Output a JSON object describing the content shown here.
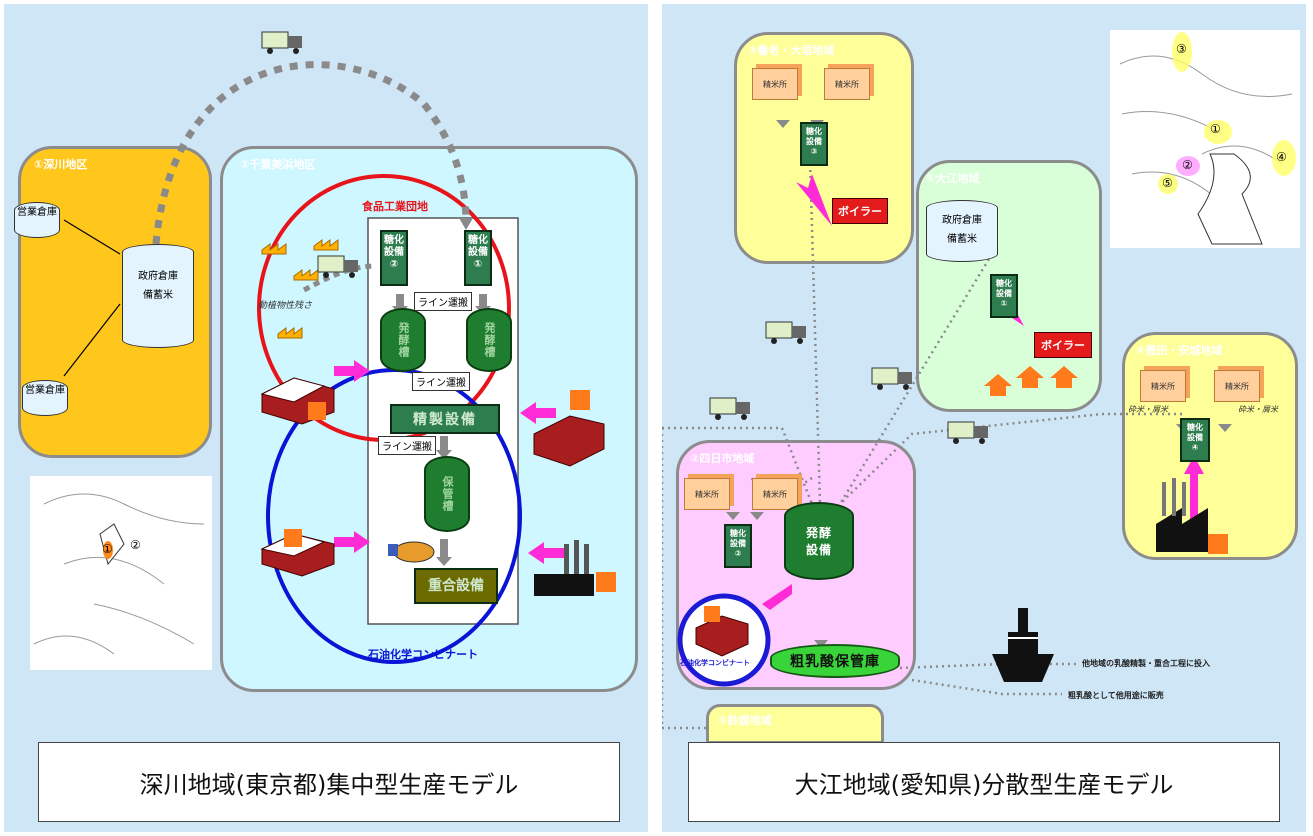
{
  "left": {
    "caption": "深川地域(東京都)集中型生産モデル",
    "fukagawa": {
      "label": "①深川地区",
      "warehouse_line1": "政府倉庫",
      "warehouse_line2": "備蓄米",
      "depot": "営業倉庫"
    },
    "chiba": {
      "label": "②千葉美浜地区",
      "food_area": "食品工業団地",
      "petro_area": "石油化学コンビナート",
      "residue": "動植物性残さ"
    },
    "facilities": {
      "sacc1": "糖化\n設備\n①",
      "sacc2": "糖化\n設備\n②",
      "ferment": "発酵槽",
      "purify": "精製設備",
      "storage": "保管槽",
      "polymer": "重合設備",
      "line": "ライン運搬"
    },
    "map_marks": [
      "①",
      "②"
    ]
  },
  "right": {
    "caption": "大江地域(愛知県)分散型生産モデル",
    "yoro": {
      "label": "③養老・大垣地域",
      "rice_mill": "精米所",
      "sacc": "糖化\n設備\n③",
      "boiler": "ボイラー"
    },
    "oe": {
      "label": "①大江地域",
      "warehouse_line1": "政府倉庫",
      "warehouse_line2": "備蓄米",
      "sacc": "糖化\n設備\n①",
      "boiler": "ボイラー"
    },
    "toyota": {
      "label": "④豊田・安城地域",
      "rice_mill": "精米所",
      "broken_rice": "砕米・屑米",
      "sacc": "糖化\n設備\n④"
    },
    "yokkaichi": {
      "label": "②四日市地域",
      "rice_mill": "精米所",
      "sacc": "糖化\n設備\n②",
      "ferment_line1": "発酵",
      "ferment_line2": "設備",
      "kombinat": "石油化学コンビナート",
      "storage": "粗乳酸保管庫"
    },
    "suzuka": {
      "label": "⑤鈴鹿地域"
    },
    "out1": "他地域の乳酸精製・重合工程に投入",
    "out2": "粗乳酸として他用途に販売",
    "map_marks": [
      "③",
      "①",
      "②",
      "④",
      "⑤"
    ]
  },
  "colors": {
    "magenta": "#ff2bd6",
    "red_ring": "#e8141c",
    "blue_ring": "#0b14d6",
    "dashed": "#8a8a8a",
    "green": "#1e7d2e",
    "orange": "#ff7a1a"
  }
}
